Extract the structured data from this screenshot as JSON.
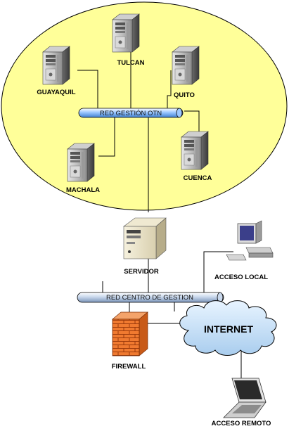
{
  "title": "",
  "buses": {
    "otn": "RED GESTIÓN OTN",
    "centro": "RED CENTRO DE GESTION"
  },
  "nodes": {
    "tulcan": "TULCAN",
    "guayaquil": "GUAYAQUIL",
    "quito": "QUITO",
    "machala": "MACHALA",
    "cuenca": "CUENCA",
    "servidor": "SERVIDOR",
    "acceso_local": "ACCESO LOCAL",
    "firewall": "FIREWALL",
    "internet": "INTERNET",
    "acceso_remoto": "ACCESO REMOTO"
  },
  "icons": {
    "tower": "server-tower-icon",
    "server": "server-icon",
    "workstation": "desktop-computer-icon",
    "firewall": "firewall-brick-icon",
    "cloud": "cloud-icon",
    "laptop": "laptop-icon"
  },
  "colors": {
    "ellipse_fill": "#FFFF99",
    "bus_fill": "#CCDDFF",
    "firewall_brick": "#F07A30",
    "cloud_fill": "#CCE4FF"
  }
}
